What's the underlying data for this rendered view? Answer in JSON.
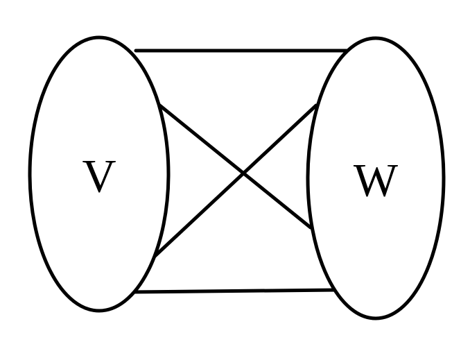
{
  "diagram": {
    "nodes": [
      {
        "id": "V",
        "label": "V"
      },
      {
        "id": "W",
        "label": "W"
      }
    ],
    "edges": [
      {
        "from": "V",
        "to": "W",
        "kind": "top"
      },
      {
        "from": "V",
        "to": "W",
        "kind": "diagonal-down"
      },
      {
        "from": "V",
        "to": "W",
        "kind": "diagonal-up"
      },
      {
        "from": "V",
        "to": "W",
        "kind": "bottom"
      }
    ],
    "colors": {
      "stroke": "#000000",
      "background": "#ffffff"
    }
  }
}
